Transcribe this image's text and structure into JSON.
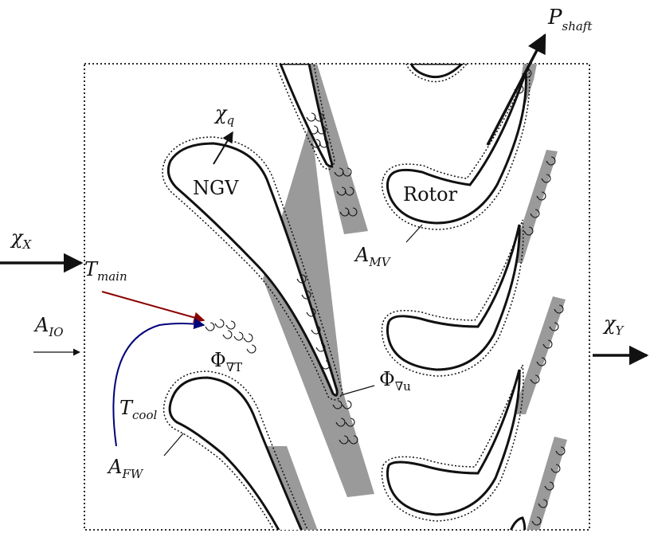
{
  "labels": {
    "p_shaft": {
      "main": "P",
      "sub": "shaft"
    },
    "chi_q": {
      "main": "χ",
      "sub": "q"
    },
    "ngv": "NGV",
    "rotor": "Rotor",
    "chi_x": {
      "main": "χ",
      "sub": "X"
    },
    "t_main": {
      "main": "T",
      "sub": "main"
    },
    "a_mv": {
      "main": "A",
      "sub": "MV"
    },
    "a_io": {
      "main": "A",
      "sub": "IO"
    },
    "chi_y": {
      "main": "χ",
      "sub": "Y"
    },
    "phi_grad_t": {
      "main": "Φ",
      "sub": "∇T"
    },
    "phi_grad_u": {
      "main": "Φ",
      "sub": "∇u"
    },
    "t_cool": {
      "main": "T",
      "sub": "cool"
    },
    "a_fw": {
      "main": "A",
      "sub": "FW"
    }
  },
  "colors": {
    "main_flow_arrow": "#8b0000",
    "cooling_flow_arrow": "#00007a",
    "wake_fill": "#9a9a9a",
    "outline": "#111111"
  },
  "icons": {
    "swirl": "vortex-swirl"
  }
}
